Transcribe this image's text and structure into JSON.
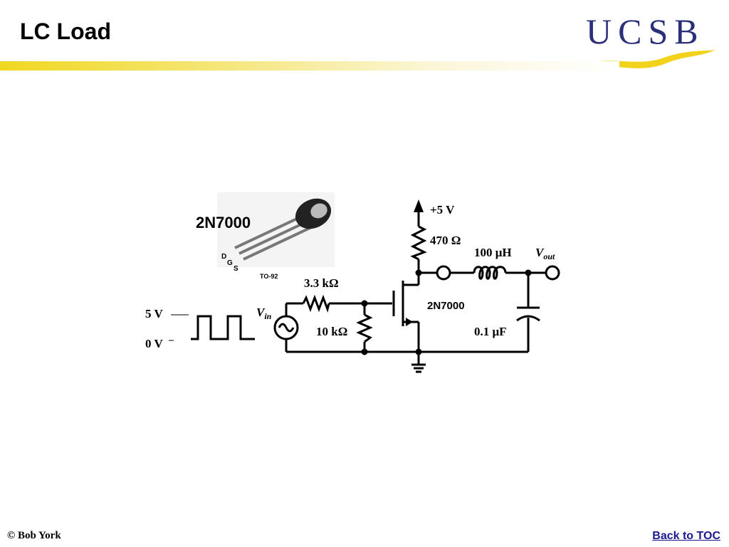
{
  "slide": {
    "title": "LC Load",
    "logo_text": "UCSB"
  },
  "colors": {
    "title_bar": "#f0d820",
    "logo_blue": "#2b2f7a",
    "logo_gold": "#f2d31b",
    "link": "#1a1a8c"
  },
  "package": {
    "part_number": "2N7000",
    "pin_d": "D",
    "pin_g": "G",
    "pin_s": "S",
    "package_type": "TO-92"
  },
  "circuit": {
    "supply": "+5 V",
    "r_drain": "470 Ω",
    "inductor": "100 μH",
    "r_gate": "3.3 kΩ",
    "transistor": "2N7000",
    "r_pulldown": "10 kΩ",
    "capacitor": "0.1 μF",
    "vin_main": "V",
    "vin_sub": "in",
    "vout_main": "V",
    "vout_sub": "out",
    "wave_high": "5 V",
    "wave_low": "0 V"
  },
  "footer": {
    "copyright": "©  Bob York",
    "back_link": "Back to TOC"
  }
}
